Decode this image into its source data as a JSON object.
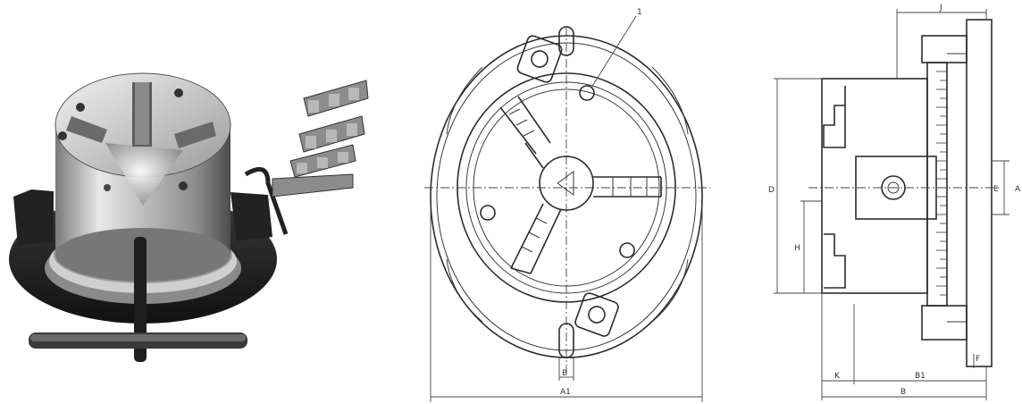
{
  "front_view": {
    "callout": "1",
    "dim_bottom_small": "B",
    "dim_total": "A1"
  },
  "side_view": {
    "dim_top": "J",
    "dim_height": "D",
    "dim_h": "H",
    "dim_e": "E",
    "dim_a": "A",
    "dim_k": "K",
    "dim_b1": "B1",
    "dim_b": "B",
    "dim_f": "F"
  }
}
